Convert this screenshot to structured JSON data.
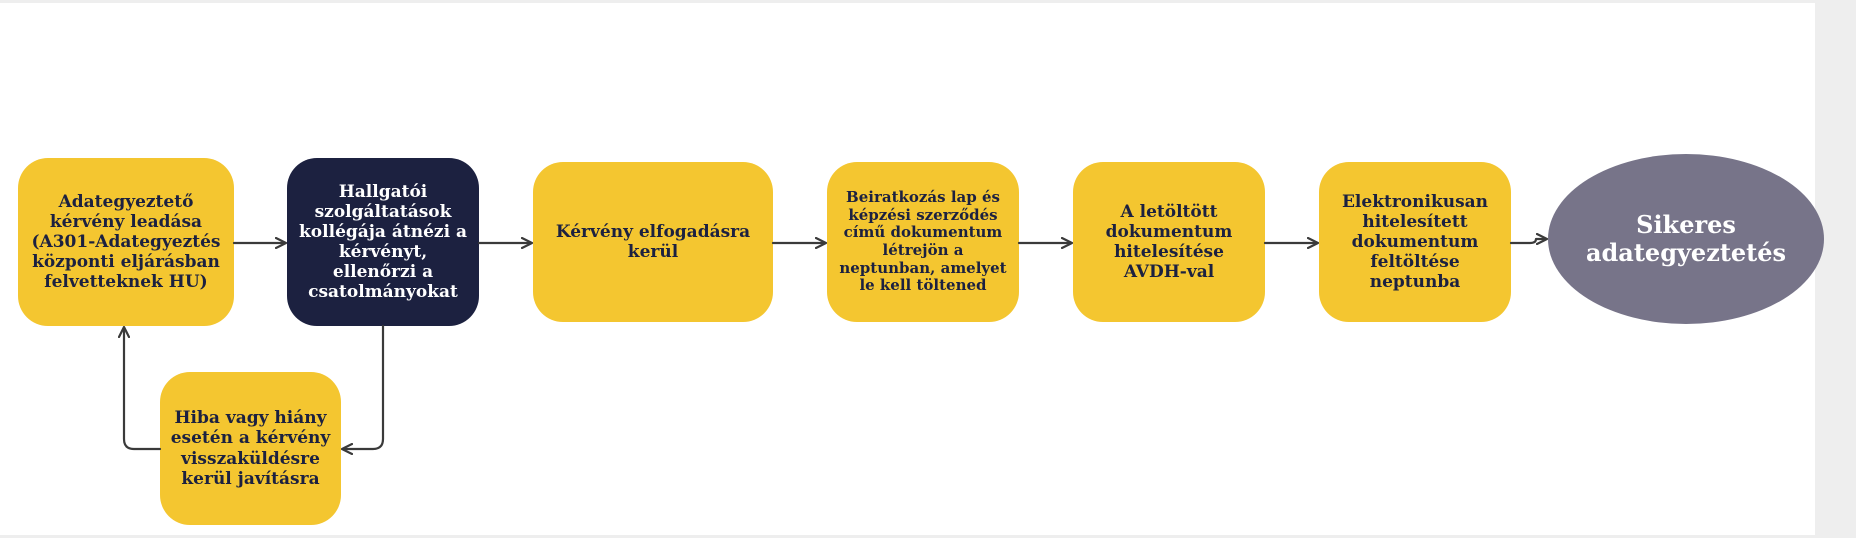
{
  "diagram": {
    "nodes": [
      {
        "id": "submit",
        "text": "Adategyeztető\nkérvény leadása\n(A301-Adategyeztés\nközponti eljárásban\nfelvetteknek HU)"
      },
      {
        "id": "review",
        "text": "Hallgatói\nszolgáltatások\nkollégája átnézi a\nkérvényt,\nellenőrzi a\ncsatolmányokat"
      },
      {
        "id": "accepted",
        "text": "Kérvény elfogadásra\nkerül"
      },
      {
        "id": "enrollment",
        "text": "Beiratkozás lap és\nképzési szerződés\ncímű dokumentum\nlétrejön a\nneptunban, amelyet\nle kell töltened"
      },
      {
        "id": "avdh",
        "text": "A letöltött\ndokumentum\nhitelesítése\nAVDH-val"
      },
      {
        "id": "upload",
        "text": "Elektronikusan\nhitelesített\ndokumentum\nfeltöltése\nneptunba"
      },
      {
        "id": "success",
        "text": "Sikeres\nadategyeztetés"
      },
      {
        "id": "error",
        "text": "Hiba vagy hiány\nesetén a kérvény\nvisszaküldésre\nkerül javításra"
      }
    ],
    "colors": {
      "yellow": "#f4c630",
      "navy": "#1c2140",
      "gray": "#777489",
      "arrow": "#3a3a3a"
    }
  }
}
